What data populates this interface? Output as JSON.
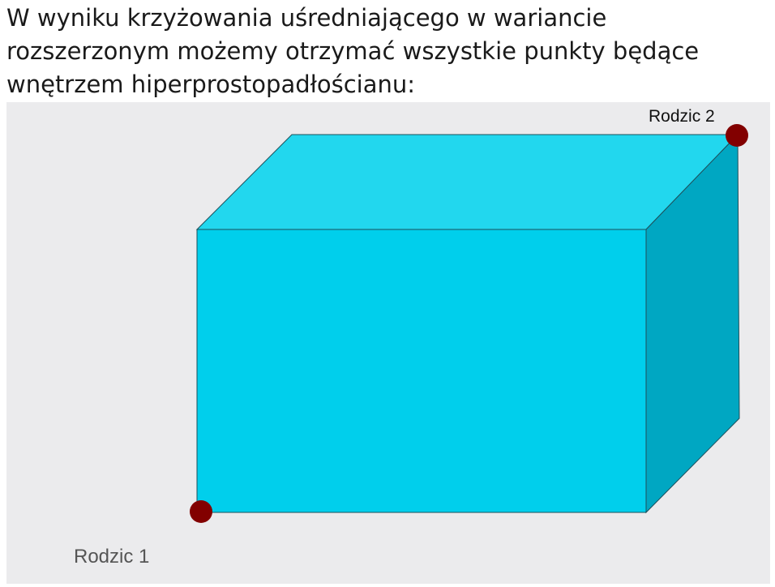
{
  "slide": {
    "text": "W wyniku krzyżowania uśredniającego w wariancie rozszerzonym możemy otrzymać wszystkie punkty będące wnętrzem hiperprostopadłościanu:"
  },
  "figure": {
    "parent1_label": "Rodzic 1",
    "parent2_label": "Rodzic 2",
    "colors": {
      "background": "#ebebed",
      "front_face": "#00cfec",
      "top_face": "#22d7ee",
      "side_face": "#00a7c2",
      "edge": "#1f4f5a",
      "parent_point": "#820000"
    }
  }
}
